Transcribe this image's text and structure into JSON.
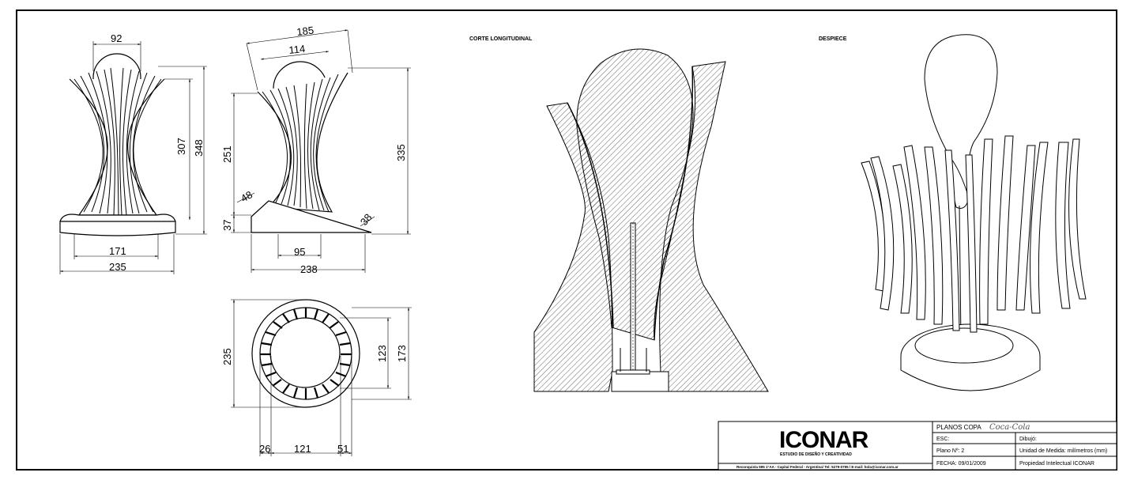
{
  "labels": {
    "section_view": "CORTE LONGITUDINAL",
    "exploded_view": "DESPIECE"
  },
  "dimensions": {
    "front_top": "92",
    "front_height_inner": "307",
    "front_height_total": "348",
    "front_base_inner": "171",
    "front_base_total": "235",
    "side_top_outer": "185",
    "side_top_inner": "114",
    "side_body_height": "251",
    "side_base_height": "37",
    "side_angle_left": "48",
    "side_angle_right": "38",
    "side_total_height": "335",
    "side_base_inner": "95",
    "side_base_total": "238",
    "plan_diameter": "235",
    "plan_inner_diameter": "123",
    "plan_mid_diameter": "173",
    "plan_left_gap": "26",
    "plan_center": "121",
    "plan_right_gap": "51"
  },
  "title_block": {
    "logo": "ICONAR",
    "logo_subtitle": "ESTUDIO DE DISEÑO Y CREATIVIDAD",
    "footer": "Reconquista 595 1°AA - Capital Federal - Argentina/ Tel: 5279-0795 / E-mail: hola@iconar.com.ar",
    "title": "PLANOS COPA",
    "brand_signature": "Coca-Cola",
    "scale_label": "ESC:",
    "drawn_label": "Dibujó:",
    "plan_number": "Plano Nº: 2",
    "units": "Unidad de Medida: milímetros (mm)",
    "date": "FECHA: 09/01/2009",
    "ip": "Propiedad Intelectual ICONAR"
  }
}
